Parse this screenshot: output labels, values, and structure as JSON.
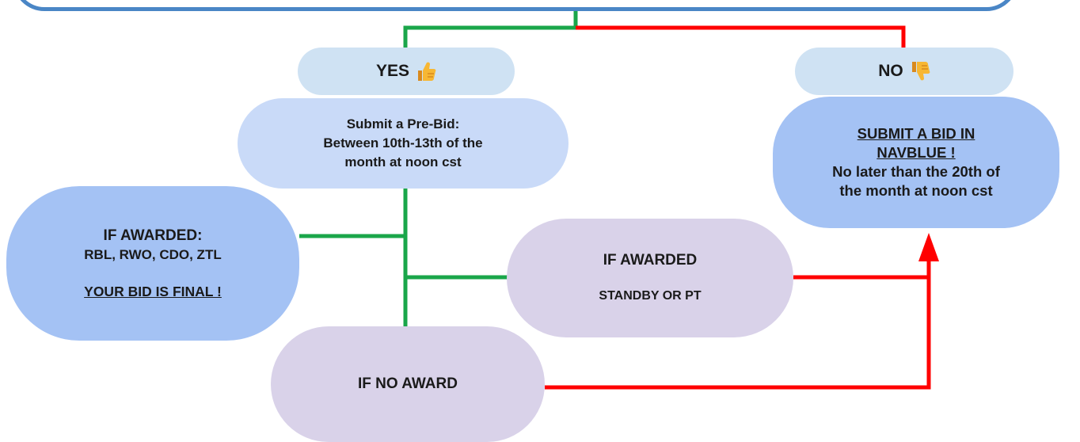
{
  "yes_label": "YES",
  "yes_icon": "thumbs-up-icon",
  "no_label": "NO",
  "no_icon": "thumbs-down-icon",
  "prebid": {
    "line1": "Submit a Pre-Bid:",
    "line2": "Between 10th-13th of the",
    "line3": "month at noon cst"
  },
  "navblue": {
    "line1": "SUBMIT A BID IN",
    "line2": "NAVBLUE !",
    "line3": "No later than the 20th of",
    "line4": "the month at noon cst"
  },
  "awarded_final": {
    "line1": "IF AWARDED:",
    "line2": "RBL, RWO, CDO, ZTL",
    "line3": "YOUR BID IS FINAL !"
  },
  "awarded_standby": {
    "line1": "IF AWARDED",
    "line2": "STANDBY OR PT"
  },
  "no_award": {
    "line1": "IF NO AWARD"
  },
  "colors": {
    "yes_path": "#1aa64a",
    "no_path": "#ff0000",
    "border_blue": "#4a86c6",
    "pill_light_blue": "#cfe2f3",
    "box_blue": "#a4c2f4",
    "box_light_blue": "#c9daf8",
    "box_lavender": "#d9d2e9"
  }
}
